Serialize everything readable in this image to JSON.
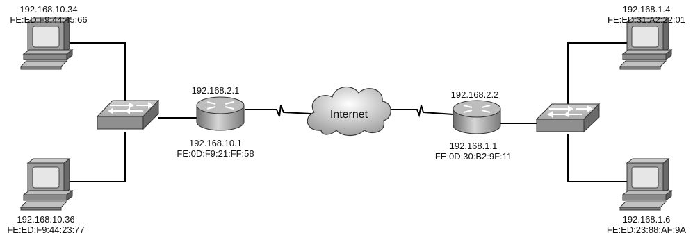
{
  "hosts": {
    "top_left": {
      "ip": "192.168.10.34",
      "mac": "FE:ED:F9:44:45:66"
    },
    "bottom_left": {
      "ip": "192.168.10.36",
      "mac": "FE:ED:F9:44:23:77"
    },
    "top_right": {
      "ip": "192.168.1.4",
      "mac": "FE:ED:31:A2:22:01"
    },
    "bottom_right": {
      "ip": "192.168.1.6",
      "mac": "FE:ED:23:88:AF:9A"
    }
  },
  "routers": {
    "left": {
      "wan_ip": "192.168.2.1",
      "lan_ip": "192.168.10.1",
      "lan_mac": "FE:0D:F9:21:FF:58"
    },
    "right": {
      "wan_ip": "192.168.2.2",
      "lan_ip": "192.168.1.1",
      "lan_mac": "FE:0D:30:B2:9F:11"
    }
  },
  "cloud": {
    "label": "Internet"
  }
}
